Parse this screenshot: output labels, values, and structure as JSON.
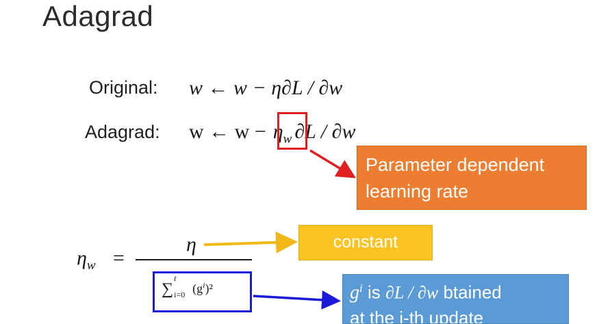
{
  "slide": {
    "title": "Adagrad"
  },
  "equations": {
    "original_label": "Original:",
    "original_formula": "w ← w − η∂L  / ∂w",
    "adagrad_label": "Adagrad:",
    "adagrad_prefix": "w ← w −",
    "adagrad_eta": "η",
    "adagrad_eta_sub": "w",
    "adagrad_suffix": "∂L  /  ∂w",
    "eta_w_lhs": "η",
    "eta_w_lhs_sub": "w",
    "equals": "=",
    "numerator": "η",
    "denominator_sigma": "∑",
    "denominator_upper": "t",
    "denominator_lower": "i=0",
    "denominator_body": "(g",
    "denominator_sup": "i",
    "denominator_tail": ")²"
  },
  "callouts": {
    "parameter_dependent_line1": "Parameter dependent",
    "parameter_dependent_line2": "learning rate",
    "constant": "constant",
    "gradient_g": "g",
    "gradient_sup": "i",
    "gradient_text1": " is ",
    "gradient_math": "∂L / ∂w",
    "gradient_text2": " btained",
    "gradient_line2": "at the i-th update"
  },
  "colors": {
    "orange": "#ed7d31",
    "yellow": "#fcc325",
    "blue": "#5b9bd5",
    "red_highlight": "#e02020",
    "blue_highlight": "#1a1ad8"
  }
}
